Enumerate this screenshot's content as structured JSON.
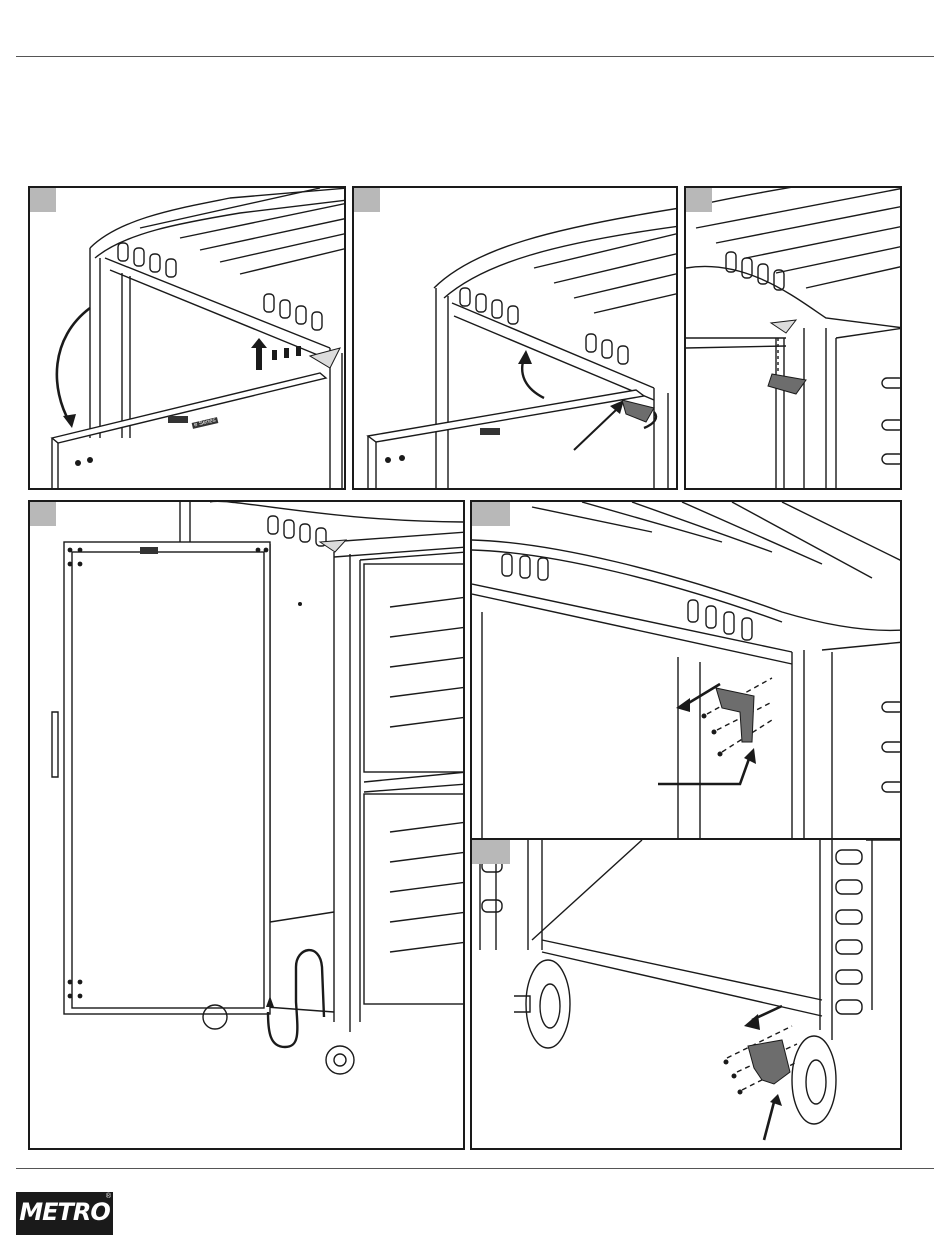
{
  "brand": {
    "logo_text": "METRO",
    "registered_mark": "®"
  },
  "door_badge": {
    "text": "e Series"
  },
  "panels": [
    {
      "id": "step-1",
      "step_label": ""
    },
    {
      "id": "step-2",
      "step_label": ""
    },
    {
      "id": "step-3",
      "step_label": ""
    },
    {
      "id": "step-4",
      "step_label": ""
    },
    {
      "id": "step-5",
      "step_label": ""
    },
    {
      "id": "step-6",
      "step_label": ""
    }
  ],
  "colors": {
    "frame": "#1a1a1a",
    "step_box": "#b8b8b8",
    "part_fill": "#6d6d6d",
    "logo_bg": "#1a1a1a"
  }
}
